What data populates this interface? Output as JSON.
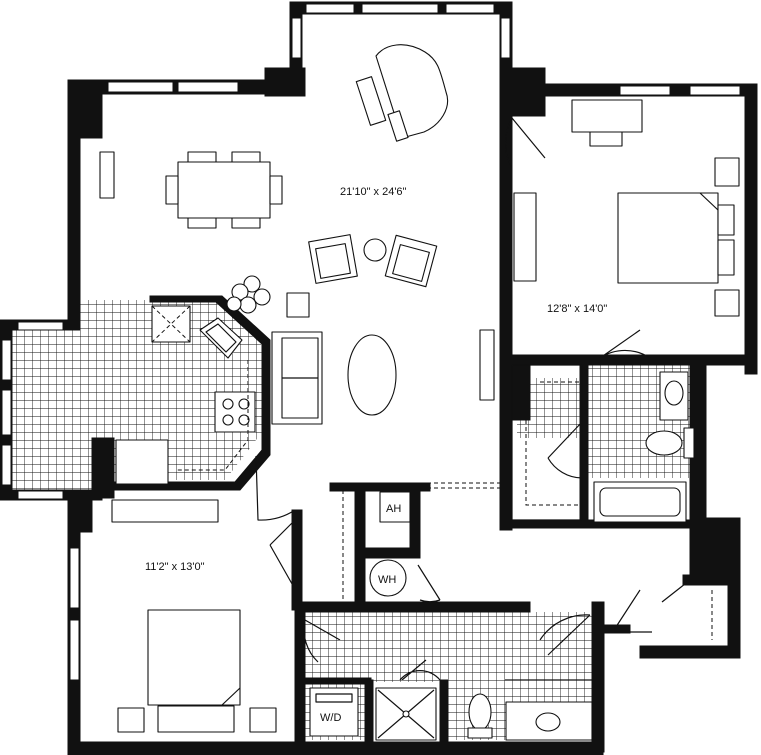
{
  "rooms": {
    "living_dims": "21'10\" x 24'6\"",
    "bedroom_right_dims": "12'8\" x 14'0\"",
    "bedroom_left_dims": "11'2\" x 13'0\""
  },
  "fixtures": {
    "air_handler": "AH",
    "water_heater": "WH",
    "washer_dryer": "W/D"
  }
}
